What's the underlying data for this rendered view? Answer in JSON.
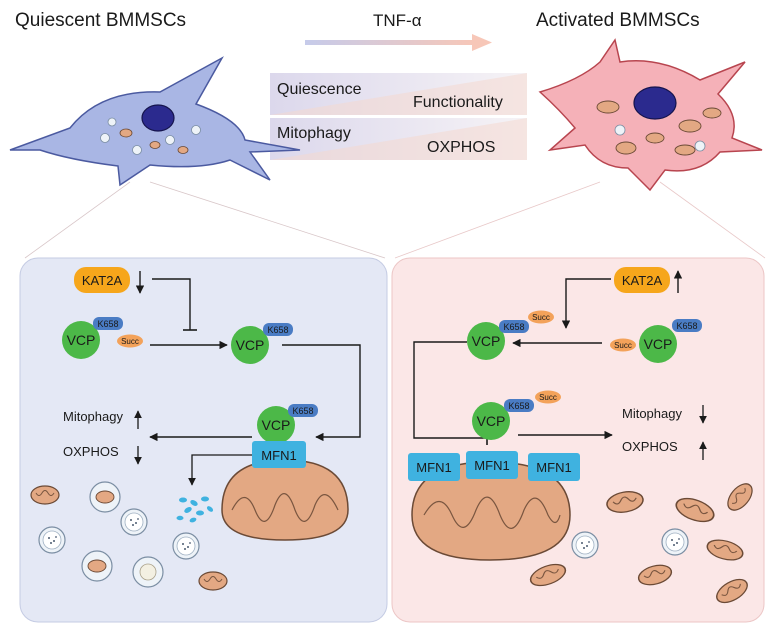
{
  "header": {
    "left_title": "Quiescent BMMSCs",
    "right_title": "Activated BMMSCs",
    "stimulus": "TNF-α"
  },
  "transition_table": {
    "row1": {
      "left": "Quiescence",
      "right": "Functionality"
    },
    "row2": {
      "left": "Mitophagy",
      "right": "OXPHOS"
    }
  },
  "left_panel": {
    "kat2a": "KAT2A",
    "vcp_1": "VCP",
    "vcp_1_site": "K658",
    "vcp_1_mod": "Succ",
    "vcp_2": "VCP",
    "vcp_2_site": "K658",
    "vcp_3": "VCP",
    "vcp_3_site": "K658",
    "mfn1": "MFN1",
    "mitophagy": "Mitophagy",
    "oxphos": "OXPHOS"
  },
  "right_panel": {
    "kat2a": "KAT2A",
    "vcp_1": "VCP",
    "vcp_1_site": "K658",
    "vcp_1_mod": "Succ",
    "vcp_2": "VCP",
    "vcp_2_site": "K658",
    "vcp_2_mod": "Succ",
    "vcp_3": "VCP",
    "vcp_3_site": "K658",
    "vcp_3_mod": "Succ",
    "mfn1_a": "MFN1",
    "mfn1_b": "MFN1",
    "mfn1_c": "MFN1",
    "mitophagy": "Mitophagy",
    "oxphos": "OXPHOS"
  },
  "colors": {
    "left_panel_bg": "#e4e8f5",
    "right_panel_bg": "#fbe7e7",
    "vcp_green": "#4cb848",
    "kat2a_orange": "#f6a61b",
    "k658_blue": "#4a7cc4",
    "succ_orange": "#f3a25a",
    "mfn1_blue": "#3fb2e0",
    "mito_fill": "#e3a883",
    "quiescent_cell": "#a9b6e4",
    "activated_cell": "#f5b1b8",
    "nucleus": "#2b2a8e"
  }
}
